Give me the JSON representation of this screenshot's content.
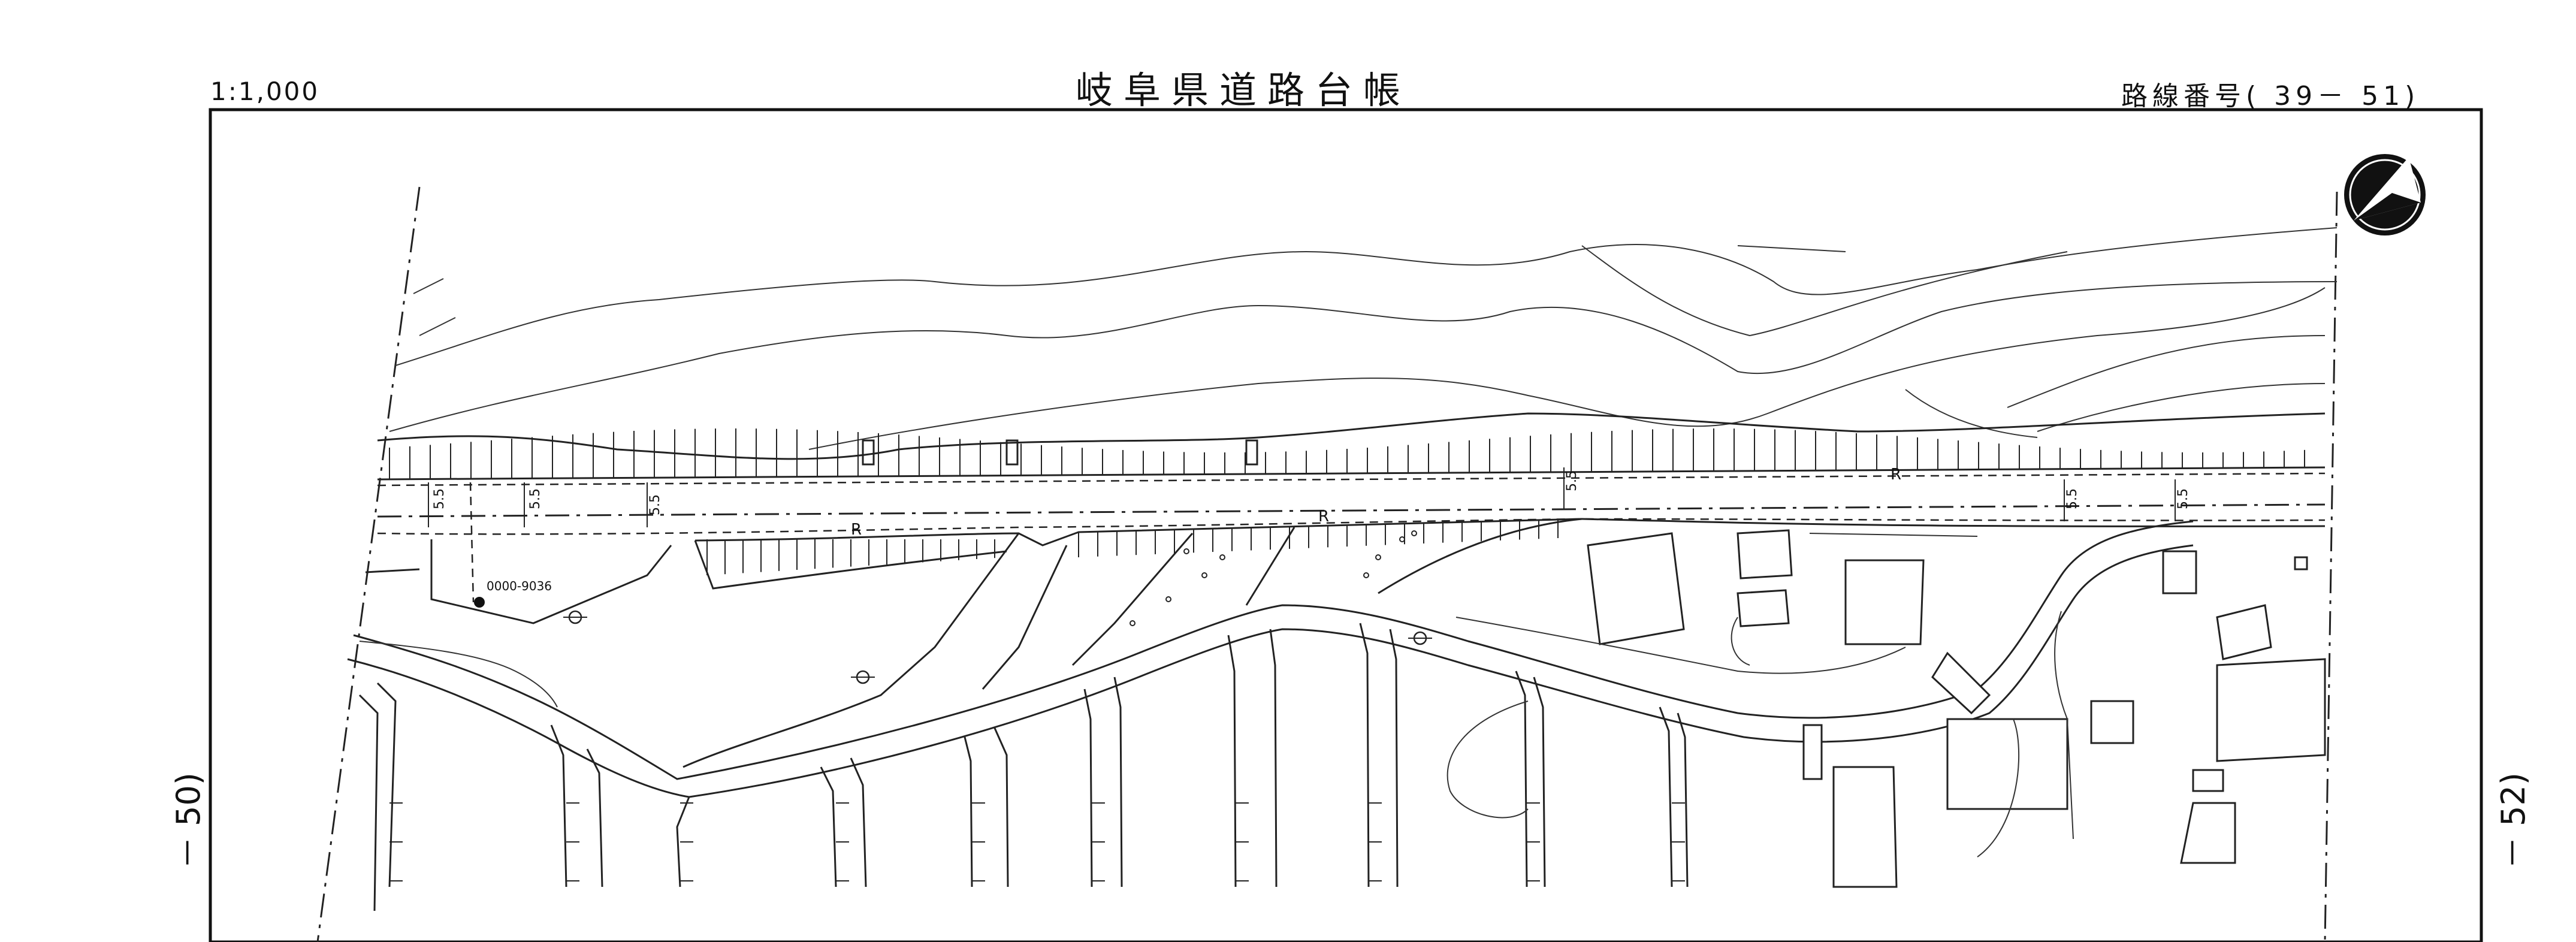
{
  "header": {
    "scale": "1:1,000",
    "title": "岐阜県道路台帳",
    "route_number": "路線番号( 39－ 51)"
  },
  "adjacent_sheets": {
    "left": "－ 50)",
    "right": "－ 52)"
  },
  "map": {
    "width_labels": [
      "5.5",
      "5.5",
      "5.5",
      "5.5",
      "5.5",
      "5.5"
    ],
    "curve_labels": [
      "R",
      "R",
      "R"
    ],
    "reference_point_label": "0000-9036",
    "north_arrow_icon": "north-arrow-icon",
    "colors": {
      "ink": "#222222",
      "paper": "#ffffff"
    }
  }
}
